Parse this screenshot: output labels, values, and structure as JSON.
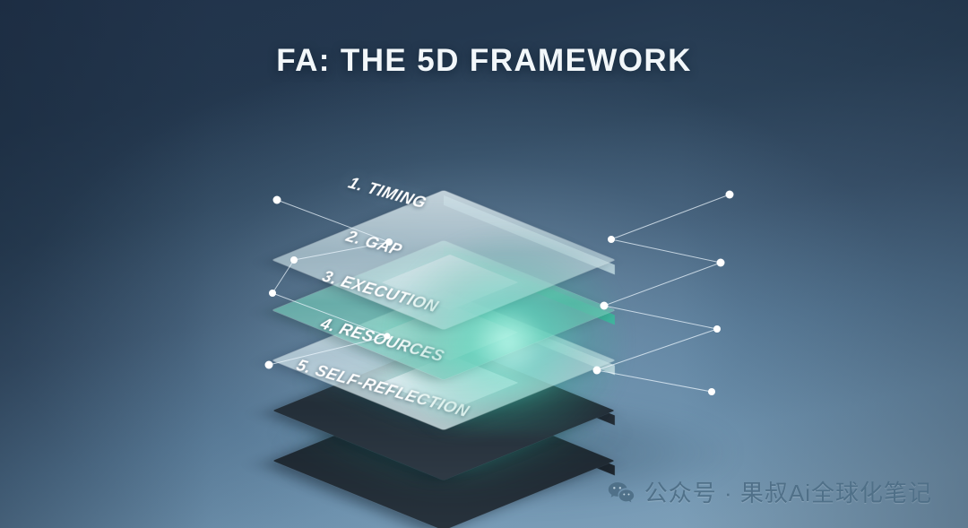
{
  "title": "FA: THE 5D FRAMEWORK",
  "theme": {
    "bg_dark": "#22344c",
    "bg_light": "#80a1b9",
    "accent_teal": "#3dbfa5",
    "accent_teal_deep": "#2f9b86",
    "glow": "#beffe8",
    "title_color": "#f2f7fa",
    "watermark_color": "#4e6e86",
    "connector_color": "#eef8ff"
  },
  "diagram": {
    "type": "exploded-layer-stack",
    "layer_count": 5,
    "layers": [
      {
        "index": 1,
        "label": "1. TIMING",
        "material": "frosted-glass",
        "tint": "#cfe0e6"
      },
      {
        "index": 2,
        "label": "2. GAP",
        "material": "teal-glass",
        "tint": "#86cfc2"
      },
      {
        "index": 3,
        "label": "3. EXECUTION",
        "material": "light-glass",
        "tint": "#dfeaee"
      },
      {
        "index": 4,
        "label": "4. RESOURCES",
        "material": "dark-slate",
        "tint": "#2b3742"
      },
      {
        "index": 5,
        "label": "5. SELF-REFLECTION",
        "material": "dark-slate",
        "tint": "#222c36"
      }
    ]
  },
  "watermark": {
    "icon": "wechat-icon",
    "text": "公众号 · 果叔Ai全球化笔记"
  }
}
